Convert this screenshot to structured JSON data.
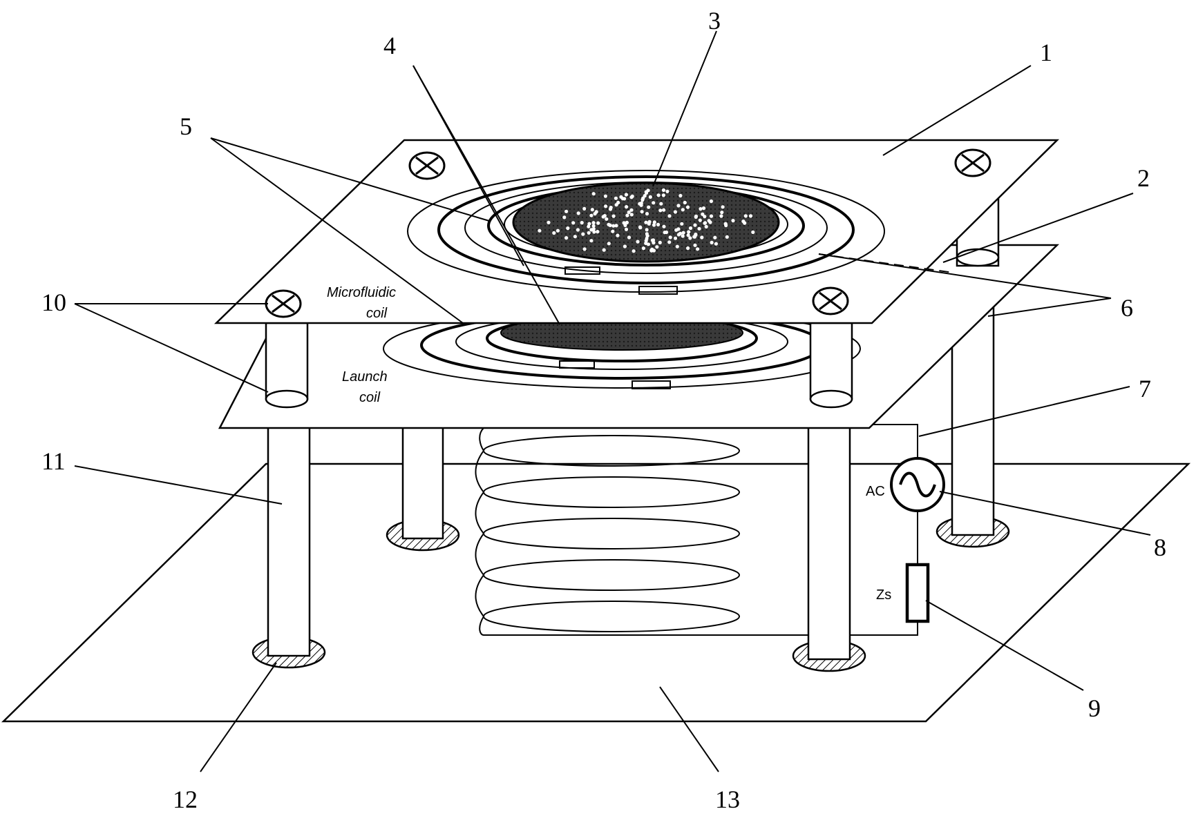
{
  "labels": {
    "microfluidic_coil_line1": "Microfluidic",
    "microfluidic_coil_line2": "coil",
    "launch_coil_line1": "Launch",
    "launch_coil_line2": "coil",
    "ac_source": "AC",
    "impedance": "Zs"
  },
  "callouts": [
    "1",
    "2",
    "3",
    "4",
    "5",
    "6",
    "7",
    "8",
    "9",
    "10",
    "11",
    "12",
    "13"
  ]
}
